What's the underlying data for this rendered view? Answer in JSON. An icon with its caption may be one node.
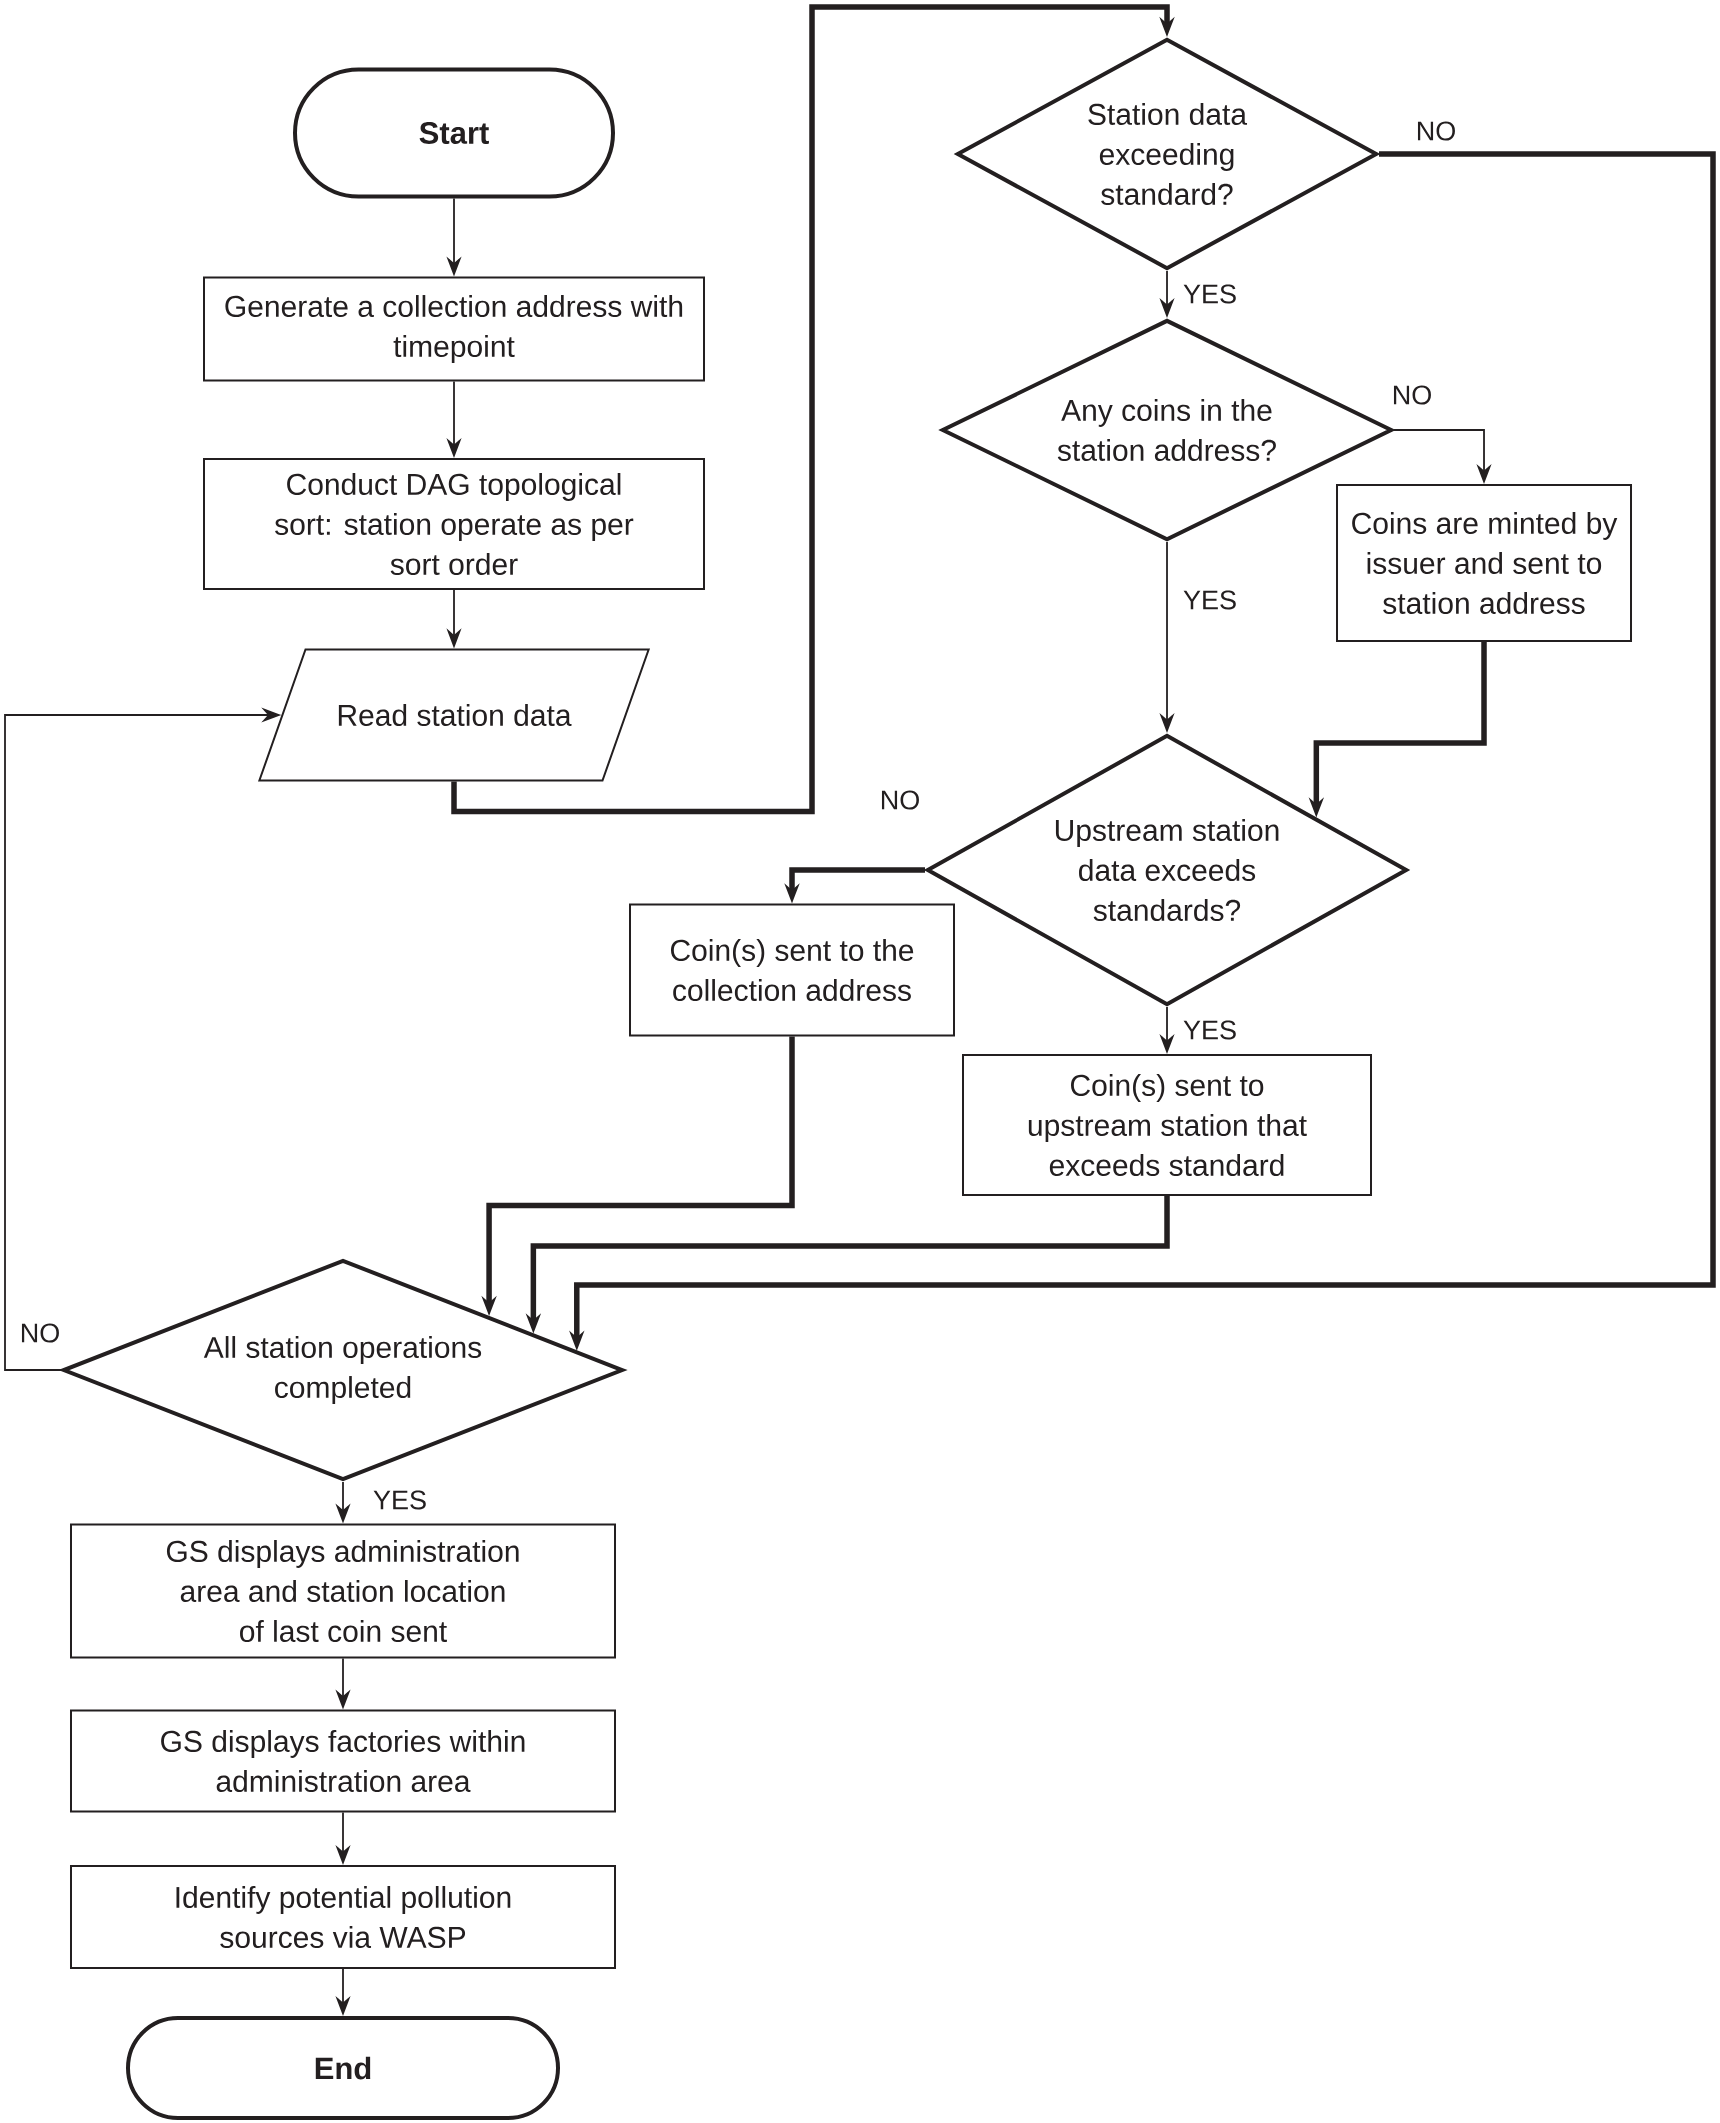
{
  "diagram": {
    "nodes": [
      {
        "text": [
          "Start"
        ]
      },
      {
        "text": [
          "Generate a collection address with timepoint"
        ]
      },
      {
        "text": [
          "Conduct DAG topological sort: station operate as per sort order"
        ]
      },
      {
        "text": [
          "Read station data"
        ]
      },
      {
        "text": [
          "Station data exceeding standard?"
        ]
      },
      {
        "text": [
          "Any coins in the station address?"
        ]
      },
      {
        "text": [
          "Coins are minted by issuer and sent to station address"
        ]
      },
      {
        "text": [
          "Upstream station data exceeds standards?"
        ]
      },
      {
        "text": [
          "Coin(s) sent to the collection address"
        ]
      },
      {
        "text": [
          "Coin(s) sent to upstream station that exceeds standard"
        ]
      },
      {
        "text": [
          "All station operations completed"
        ]
      },
      {
        "text": [
          "GS displays administration area and station location of last coin sent"
        ]
      },
      {
        "text": [
          "GS displays factories within administration area"
        ]
      },
      {
        "text": [
          "Identify potential pollution sources via WASP"
        ]
      },
      {
        "text": [
          "End"
        ]
      }
    ],
    "edges": [
      {
        "from": 0,
        "to": 1,
        "arrow": "to"
      },
      {
        "from": 1,
        "to": 2,
        "arrow": "to"
      },
      {
        "from": 2,
        "to": 3,
        "arrow": "to"
      },
      {
        "from": 3,
        "to": 4,
        "arrow": "to",
        "style": "thick"
      },
      {
        "from": 4,
        "to": 5,
        "arrow": "to",
        "label": "YES"
      },
      {
        "from": 4,
        "to": 10,
        "arrow": "to",
        "label": "NO",
        "style": "thick"
      },
      {
        "from": 5,
        "to": 6,
        "arrow": "to",
        "label": "NO"
      },
      {
        "from": 5,
        "to": 7,
        "arrow": "to",
        "label": "YES"
      },
      {
        "from": 6,
        "to": 7,
        "arrow": "to",
        "style": "thick"
      },
      {
        "from": 7,
        "to": 8,
        "arrow": "to",
        "label": "NO",
        "style": "thick"
      },
      {
        "from": 7,
        "to": 9,
        "arrow": "to",
        "label": "YES"
      },
      {
        "from": 8,
        "to": 10,
        "arrow": "to",
        "style": "thick"
      },
      {
        "from": 9,
        "to": 10,
        "arrow": "to",
        "style": "thick"
      },
      {
        "from": 10,
        "to": 3,
        "arrow": "to",
        "label": "NO"
      },
      {
        "from": 10,
        "to": 11,
        "arrow": "to",
        "label": "YES"
      },
      {
        "from": 11,
        "to": 12,
        "arrow": "to"
      },
      {
        "from": 12,
        "to": 13,
        "arrow": "to"
      },
      {
        "from": 13,
        "to": 14,
        "arrow": "to"
      }
    ]
  }
}
